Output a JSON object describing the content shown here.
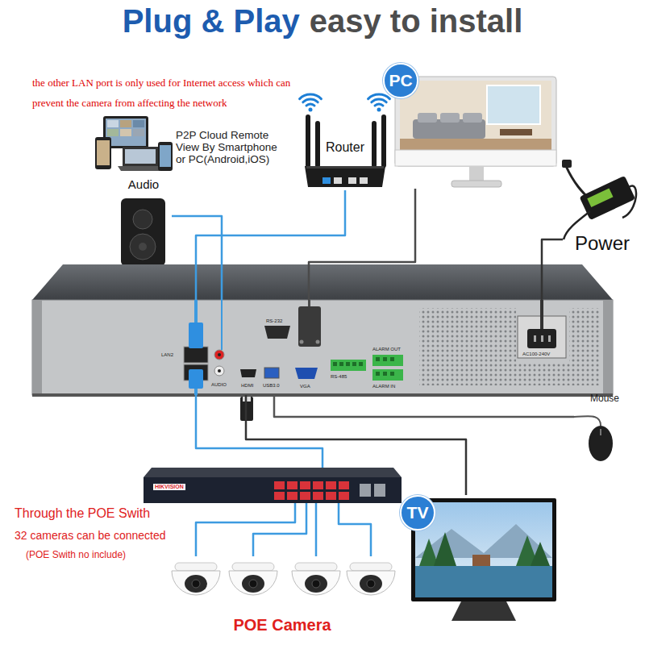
{
  "diagram": {
    "title": "Plug & Play",
    "nodes": [
      {
        "text": [
          "Router"
        ]
      },
      {
        "text": [
          "PC"
        ]
      },
      {
        "text": [
          "Audio"
        ]
      },
      {
        "text": [
          "Power"
        ]
      },
      {
        "text": [
          "LAN2",
          "RS-232",
          "AUDIO",
          "HDMI",
          "USB3.0",
          "VGA",
          "ALARM OUT",
          "RS-485",
          "ALARM IN",
          "AC100-240V"
        ]
      },
      {
        "text": [
          "Mouse"
        ]
      },
      {
        "text": [
          "HIKVISION"
        ]
      },
      {
        "text": [
          "TV"
        ]
      },
      {
        "text": [
          "POE Camera"
        ]
      }
    ],
    "edges": [
      {
        "from": 0,
        "to": 4,
        "arrow": "none"
      },
      {
        "from": 1,
        "to": 4,
        "arrow": "none"
      },
      {
        "from": 2,
        "to": 4,
        "arrow": "none"
      },
      {
        "from": 3,
        "to": 4,
        "arrow": "none"
      },
      {
        "from": 5,
        "to": 4,
        "arrow": "none"
      },
      {
        "from": 4,
        "to": 7,
        "arrow": "none"
      },
      {
        "from": 4,
        "to": 6,
        "arrow": "none"
      },
      {
        "from": 6,
        "to": 8,
        "arrow": "none"
      },
      {
        "from": 6,
        "to": 8,
        "arrow": "none"
      },
      {
        "from": 6,
        "to": 8,
        "arrow": "none"
      },
      {
        "from": 6,
        "to": 8,
        "arrow": "none"
      }
    ],
    "labels": [
      "easy to install",
      "the other LAN port is only used for Internet access which can prevent the camera from affecting the network",
      "P2P Cloud Remote View By Smartphone or PC(Android,iOS)",
      "Through the POE Swith",
      "32 cameras can be connected",
      "(POE Swith no include)"
    ]
  }
}
